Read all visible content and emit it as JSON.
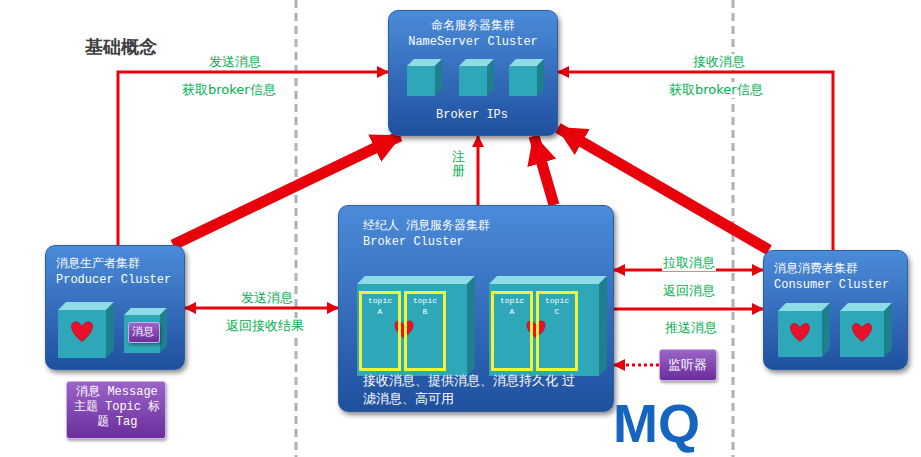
{
  "diagram": {
    "title": "基础概念",
    "nodes": [
      {
        "text": [
          "命名服务器集群 NameServer Cluster",
          "Broker IPs"
        ]
      },
      {
        "text": [
          "消息生产者集群 Producer Cluster"
        ]
      },
      {
        "text": [
          "消息"
        ],
        "in": 1
      },
      {
        "text": [
          "经纪人 消息服务器集群 Broker Cluster",
          "接收消息、提供消息、消息持久化 过滤消息、高可用"
        ]
      },
      {
        "text": [
          "topic A"
        ],
        "in": 3
      },
      {
        "text": [
          "topic B"
        ],
        "in": 3
      },
      {
        "text": [
          "topic A"
        ],
        "in": 3
      },
      {
        "text": [
          "topic C"
        ],
        "in": 3
      },
      {
        "text": [
          "消息消费者集群 Consumer Cluster"
        ]
      },
      {
        "text": [
          "监听器"
        ]
      },
      {
        "text": [
          "消息 Message 主题 Topic 标题 Tag"
        ]
      }
    ],
    "edges": [
      {
        "from": 1,
        "to": 0,
        "arrow": "to",
        "label": "发送消息"
      },
      {
        "from": 1,
        "to": 0,
        "arrow": "to"
      },
      {
        "from": 3,
        "to": 0,
        "arrow": "to",
        "label": "注册"
      },
      {
        "from": 3,
        "to": 0,
        "arrow": "to"
      },
      {
        "from": 8,
        "to": 0,
        "arrow": "to",
        "label": "接收消息"
      },
      {
        "from": 8,
        "to": 0,
        "arrow": "to"
      },
      {
        "from": 1,
        "to": 3,
        "arrow": "both",
        "label": "发送消息"
      },
      {
        "from": 3,
        "to": 8,
        "arrow": "both",
        "label": "拉取消息"
      },
      {
        "from": 3,
        "to": 8,
        "arrow": "to",
        "label": "推送消息"
      },
      {
        "from": 9,
        "to": 3,
        "arrow": "to"
      }
    ],
    "labels": [
      "获取broker信息",
      "获取broker信息",
      "返回接收结果",
      "返回消息",
      "MQ"
    ]
  }
}
